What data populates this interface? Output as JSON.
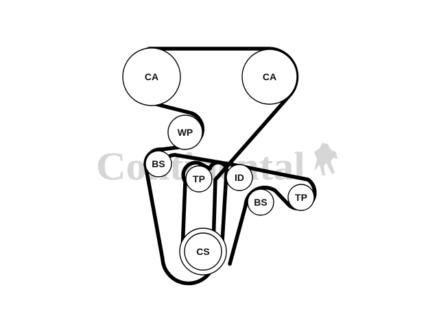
{
  "watermark": {
    "text": "Continental",
    "logo_icon": "rearing-horse-icon",
    "color": "#d6d6d6"
  },
  "pulleys": {
    "cam_left": "CA",
    "cam_right": "CA",
    "water_pump": "WP",
    "balance_shaft_upper": "BS",
    "tensioner_center": "TP",
    "idler": "ID",
    "balance_shaft_lower": "BS",
    "tensioner_right": "TP",
    "crankshaft": "CS"
  },
  "colors": {
    "belt": "#000000",
    "pulley_outline": "#000000"
  }
}
